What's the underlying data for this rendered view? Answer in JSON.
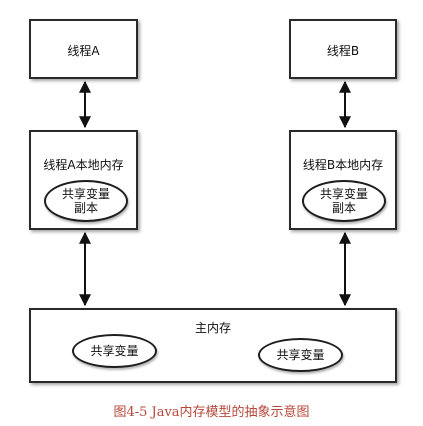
{
  "diagram": {
    "thread_a": {
      "label": "线程A"
    },
    "thread_b": {
      "label": "线程B"
    },
    "local_memory_a": {
      "label": "线程A本地内存",
      "copy_line1": "共享变量",
      "copy_line2": "副本"
    },
    "local_memory_b": {
      "label": "线程B本地内存",
      "copy_line1": "共享变量",
      "copy_line2": "副本"
    },
    "main_memory": {
      "label": "主内存",
      "shared_var_1": "共享变量",
      "shared_var_2": "共享变量"
    }
  },
  "caption": "图4-5 Java内存模型的抽象示意图"
}
